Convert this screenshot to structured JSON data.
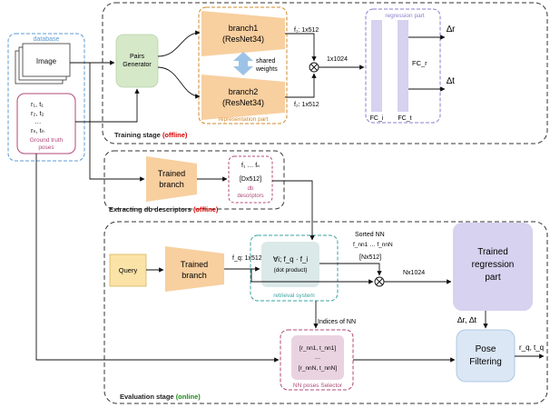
{
  "database": {
    "label": "database",
    "image_label": "Image"
  },
  "poses": {
    "lines": [
      "r₁, t₁",
      "r₂, t₂",
      "…",
      "rₙ, tₙ"
    ],
    "caption_1": "Ground truth",
    "caption_2": "poses"
  },
  "pairs": {
    "line1": "Pairs",
    "line2": "Generator"
  },
  "branch1": {
    "line1": "branch1",
    "line2": "(ResNet34)"
  },
  "branch2": {
    "line1": "branch2",
    "line2": "(ResNet34)"
  },
  "shared": {
    "line1": "shared",
    "line2": "weights"
  },
  "representation_label": "representation part",
  "f1": "f₁: 1x512",
  "f2": "f₂: 1x512",
  "concat": "1x1024",
  "regression_label": "regression part",
  "fc_r": "FC_r",
  "fc_i": "FC_i",
  "fc_t": "FC_t",
  "delta_r": "∆r",
  "delta_t": "∆t",
  "training": {
    "text": "Training stage ",
    "tag": "(offline)"
  },
  "extract_branch": {
    "line1": "Trained",
    "line2": "branch"
  },
  "db": {
    "line1": "f₁ … fₙ",
    "line2": "[Dx512]",
    "caption_1": "db",
    "caption_2": "descriptors"
  },
  "extracting": {
    "text": "Extracting db descriptors ",
    "tag": "(offline)"
  },
  "query": "Query",
  "eval_branch": {
    "line1": "Trained",
    "line2": "branch"
  },
  "fq": "f_q: 1x512",
  "retrieval": {
    "line1": "∀i; f_q · f_i",
    "line2": "(dot product)",
    "caption": "retrieval system"
  },
  "sorted": {
    "line1": "Sorted NN",
    "line2": "f_nn1 … f_nnN",
    "line3": "[Nx512]"
  },
  "nx1024": "Nx1024",
  "trained_regression": {
    "line1": "Trained",
    "line2": "regression",
    "line3": "part"
  },
  "delta_rt": "∆r, ∆t",
  "indices": "Indices of NN",
  "selector": {
    "line1": "[r_nn1, t_nn1]",
    "line2": "…",
    "line3": "[r_nnN, t_nnN]",
    "caption": "NN poses Selector"
  },
  "pose_filtering": {
    "line1": "Pose",
    "line2": "Filtering"
  },
  "rq_tq": "r_q, t_q",
  "evaluation": {
    "text": "Evaluation stage ",
    "tag": "(online)"
  },
  "colors": {
    "database": "#5b9bd5",
    "poses": "#b04a7a",
    "pairs": "#d5e8c8",
    "branch": "#f8cf9f",
    "regression": "#d6d2ef",
    "retrieval": "#dbe9e8",
    "selector": "#ead3e1",
    "red": "#d40000",
    "green": "#1a8a1a"
  }
}
